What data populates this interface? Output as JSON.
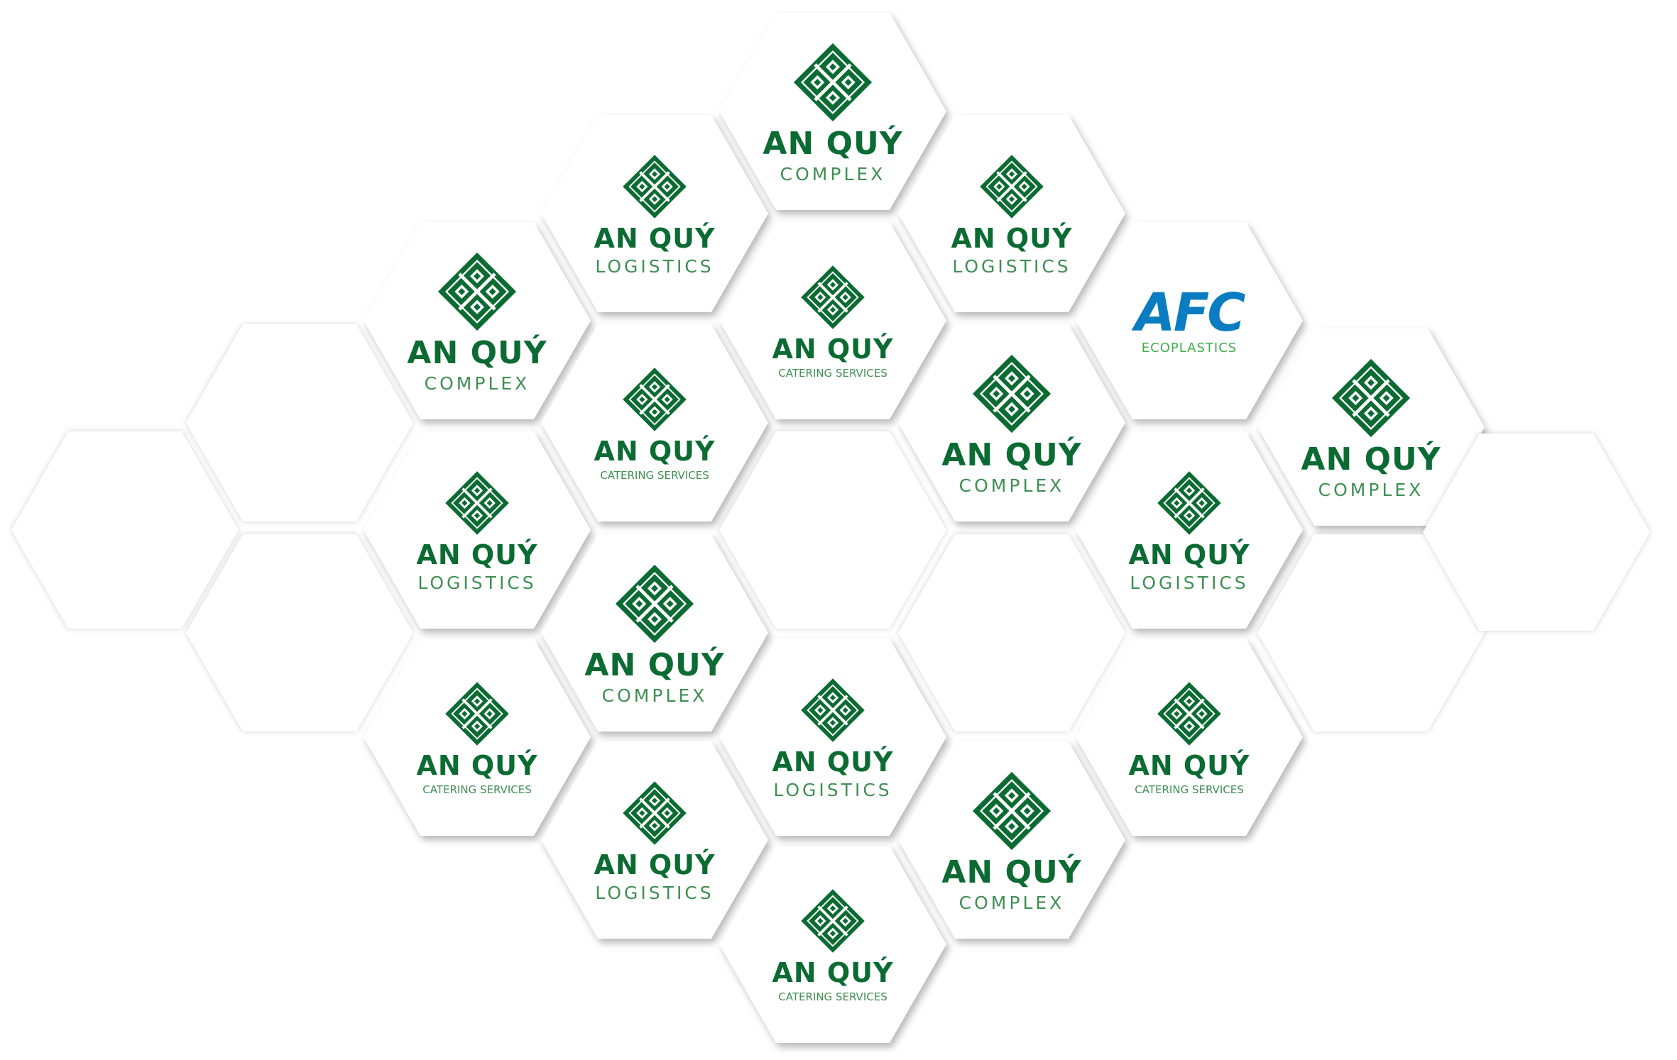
{
  "colors": {
    "brand_green": "#0b6b32",
    "sub_green": "#3f8f52",
    "afc_blue": "#0a7cc1",
    "afc_red": "#e0242a",
    "eco_green": "#3fae49"
  },
  "hexes": [
    {
      "type": "empty"
    },
    {
      "type": "empty"
    },
    {
      "type": "empty"
    },
    {
      "type": "logo",
      "brand": "AN QUÝ",
      "sub": "COMPLEX",
      "size": "big"
    },
    {
      "type": "logo",
      "brand": "AN QUÝ",
      "sub": "LOGISTICS"
    },
    {
      "type": "logo",
      "brand": "AN QUÝ",
      "sub": "CATERING SERVICES"
    },
    {
      "type": "logo",
      "brand": "AN QUÝ",
      "sub": "LOGISTICS"
    },
    {
      "type": "logo",
      "brand": "AN QUÝ",
      "sub": "CATERING SERVICES"
    },
    {
      "type": "logo",
      "brand": "AN QUÝ",
      "sub": "COMPLEX",
      "size": "big"
    },
    {
      "type": "logo",
      "brand": "AN QUÝ",
      "sub": "LOGISTICS"
    },
    {
      "type": "logo",
      "brand": "AN QUÝ",
      "sub": "COMPLEX",
      "size": "big"
    },
    {
      "type": "logo",
      "brand": "AN QUÝ",
      "sub": "CATERING SERVICES"
    },
    {
      "type": "empty"
    },
    {
      "type": "logo",
      "brand": "AN QUÝ",
      "sub": "LOGISTICS"
    },
    {
      "type": "logo",
      "brand": "AN QUÝ",
      "sub": "CATERING SERVICES"
    },
    {
      "type": "logo",
      "brand": "AN QUÝ",
      "sub": "LOGISTICS"
    },
    {
      "type": "logo",
      "brand": "AN QUÝ",
      "sub": "COMPLEX",
      "size": "big"
    },
    {
      "type": "empty"
    },
    {
      "type": "logo",
      "brand": "AN QUÝ",
      "sub": "COMPLEX",
      "size": "big"
    },
    {
      "type": "afc",
      "brand": "AFC",
      "sub": "ECOPLASTICS"
    },
    {
      "type": "logo",
      "brand": "AN QUÝ",
      "sub": "LOGISTICS"
    },
    {
      "type": "logo",
      "brand": "AN QUÝ",
      "sub": "CATERING SERVICES"
    },
    {
      "type": "logo",
      "brand": "AN QUÝ",
      "sub": "COMPLEX",
      "size": "big"
    },
    {
      "type": "empty"
    },
    {
      "type": "empty"
    }
  ]
}
